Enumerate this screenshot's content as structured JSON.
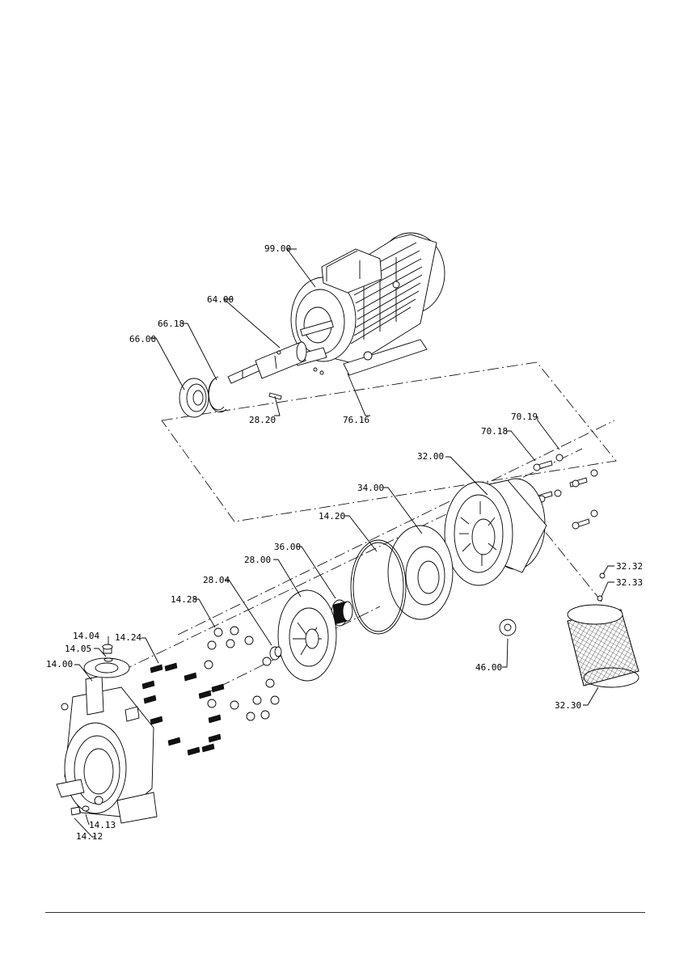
{
  "diagram": {
    "type": "exploded-assembly-drawing",
    "parts": {
      "p9900": "99.00",
      "p6400": "64.00",
      "p6618": "66.18",
      "p6600": "66.00",
      "p2820": "28.20",
      "p7616": "76.16",
      "p7019": "70.19",
      "p7018": "70.18",
      "p3200": "32.00",
      "p3400": "34.00",
      "p1420": "14.20",
      "p3600": "36.00",
      "p2800": "28.00",
      "p2804": "28.04",
      "p1428": "14.28",
      "p1404": "14.04",
      "p1405": "14.05",
      "p1424": "14.24",
      "p1400": "14.00",
      "p1413": "14.13",
      "p1412": "14.12",
      "p3232": "32.32",
      "p3233": "32.33",
      "p4600": "46.00",
      "p3230": "32.30"
    }
  }
}
